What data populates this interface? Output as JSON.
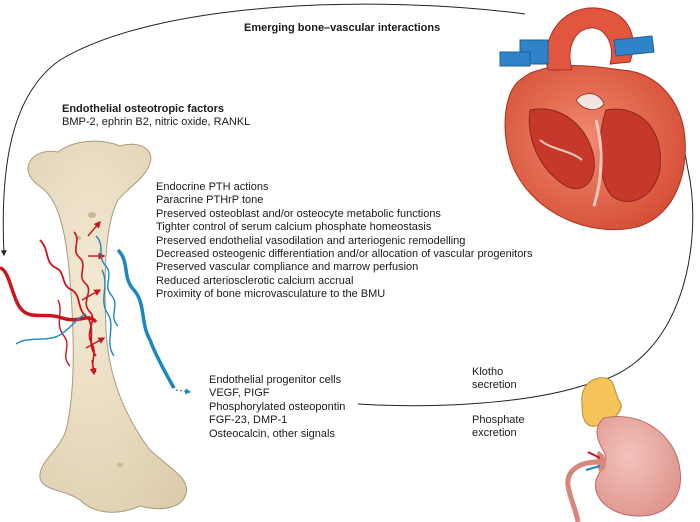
{
  "diagram": {
    "title": "Emerging bone–vascular interactions",
    "endothelial_factors": {
      "heading": "Endothelial osteotropic factors",
      "items": "BMP-2, ephrin B2, nitric oxide, RANKL"
    },
    "bone_effects": [
      "Endocrine PTH actions",
      "Paracrine PTHrP tone",
      "Preserved osteoblast and/or osteocyte metabolic functions",
      "Tighter control of serum calcium phosphate homeostasis",
      "Preserved endothelial vasodilation and arteriogenic remodelling",
      "Decreased osteogenic differentiation and/or allocation of vascular progenitors",
      "Preserved vascular compliance and marrow perfusion",
      "Reduced arteriosclerotic calcium accrual",
      "Proximity of bone microvasculature to the BMU"
    ],
    "bone_signals": [
      "Endothelial progenitor cells",
      "VEGF, PIGF",
      "Phosphorylated osteopontin",
      "FGF-23, DMP-1",
      "Osteocalcin, other signals"
    ],
    "kidney_labels": {
      "klotho": [
        "Klotho",
        "secretion"
      ],
      "phosphate": [
        "Phosphate",
        "excretion"
      ]
    }
  },
  "colors": {
    "bone": "#ebdfc4",
    "bone_outline": "#a89a7c",
    "artery": "#c8161d",
    "vein": "#1b87c1",
    "heart": "#e2553f",
    "kidney": "#e9a8a1",
    "adrenal": "#f4c45a"
  }
}
